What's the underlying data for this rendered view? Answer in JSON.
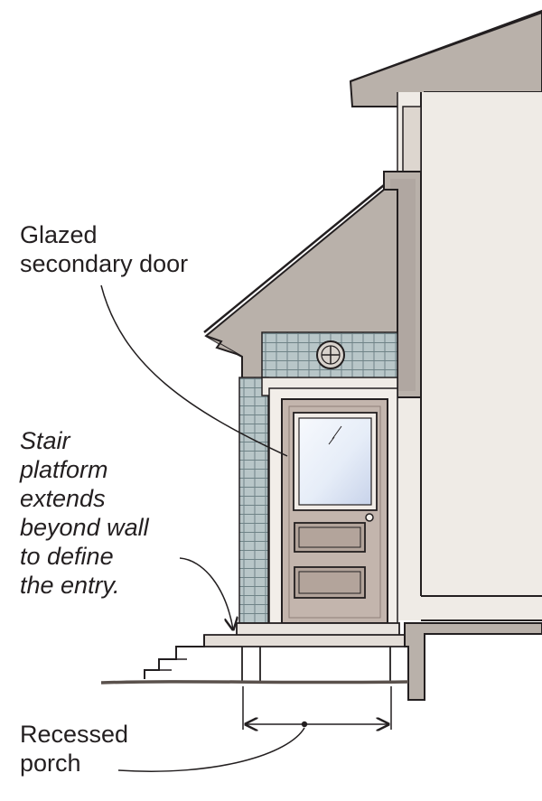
{
  "annotations": {
    "glazed_door": [
      "Glazed",
      "secondary door"
    ],
    "stair_platform": [
      "Stair",
      "platform",
      "extends",
      "beyond wall",
      "to define",
      "the entry."
    ],
    "recessed_porch": [
      "Recessed",
      "porch"
    ]
  },
  "colors": {
    "ink": "#231f20",
    "stucco": "#b9b1aa",
    "stucco_dark": "#9c938c",
    "trim": "#efebe6",
    "shingle": "#b8c6c8",
    "shingle_line": "#6f8387",
    "door": "#c3b5ad",
    "door_panel": "#b3a49b",
    "glass": "#eef3fb",
    "ground": "#5a514c"
  },
  "icons": [
    "round-attic-vent-icon",
    "door-knob-icon"
  ]
}
